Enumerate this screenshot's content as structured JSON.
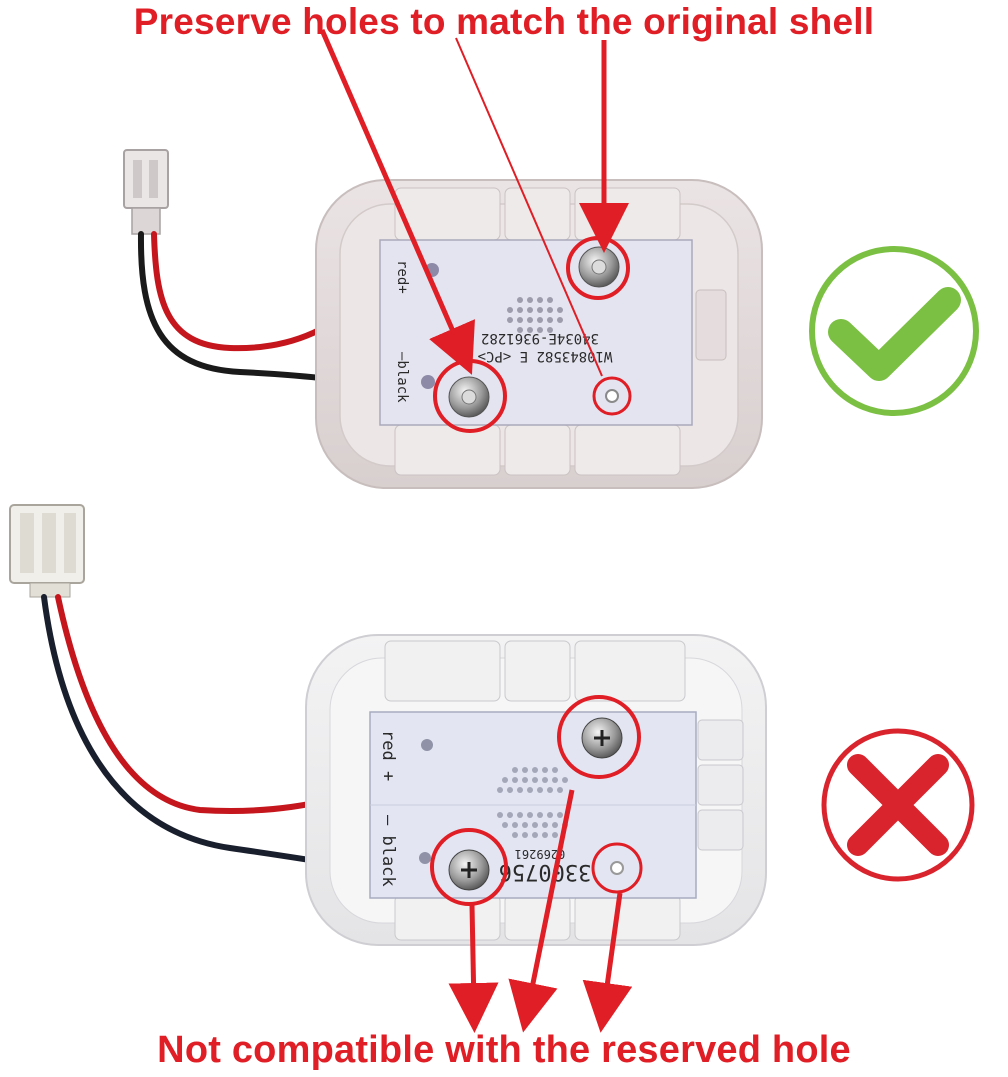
{
  "captions": {
    "top": "Preserve holes to match the original shell",
    "bottom": "Not compatible with the reserved hole"
  },
  "top_board": {
    "label_red": "red+",
    "label_black": "–black",
    "part_line1": "W10843582 E <PC>",
    "part_line2": "34034E-9361282"
  },
  "bottom_board": {
    "label_red": "red +",
    "label_black": "– black",
    "part_main": "3300756",
    "part_small": "0269261"
  },
  "markers": {
    "compatible": "check-mark",
    "incompatible": "x-mark"
  },
  "colors": {
    "annotation_red": "#e01e25",
    "check_green": "#7bc043",
    "cross_red": "#d9232d"
  }
}
